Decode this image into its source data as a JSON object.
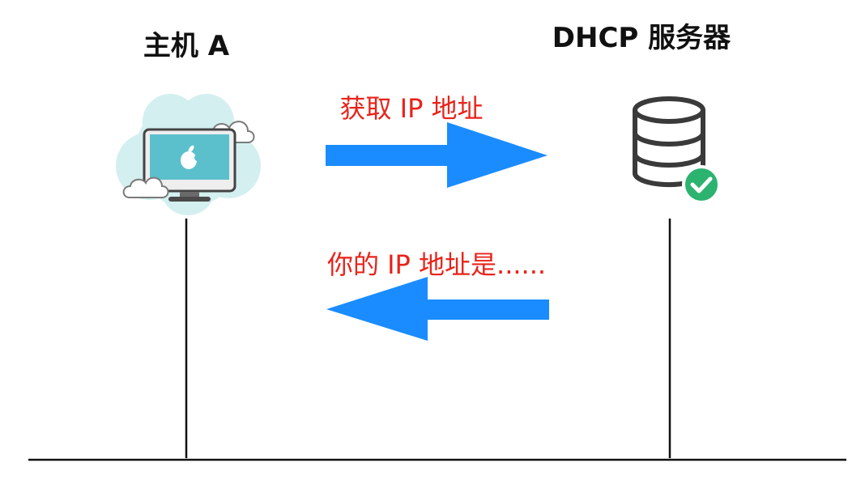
{
  "hosts": {
    "client": {
      "label": "主机 A",
      "icon": "computer-icon"
    },
    "server": {
      "label": "DHCP 服务器",
      "icon": "database-icon"
    }
  },
  "messages": [
    {
      "label": "获取 IP 地址"
    },
    {
      "label": "你的 IP 地址是......"
    }
  ],
  "colors": {
    "arrow": "#1a8cff",
    "message_text": "#e8231a",
    "line": "#111111",
    "check_badge": "#2cb36f",
    "cloud_background": "#d4efef",
    "screen": "#5cc0cc"
  }
}
